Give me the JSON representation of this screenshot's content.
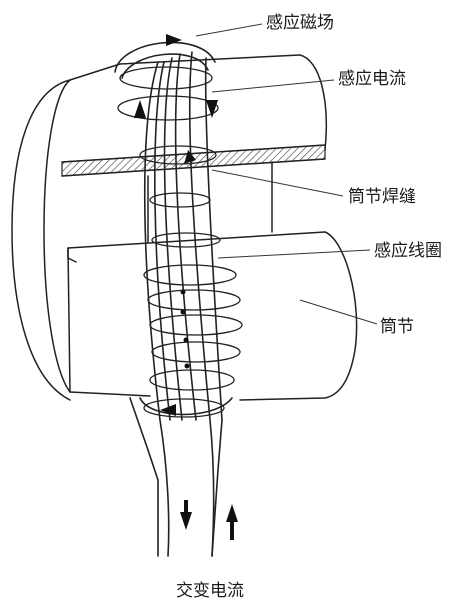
{
  "labels": {
    "induced_magnetic_field": "感应磁场",
    "induced_current": "感应电流",
    "weld_seam": "筒节焊缝",
    "induction_coil": "感应线圈",
    "shell_section": "筒节",
    "ac_current": "交变电流"
  },
  "colors": {
    "line": "#222222",
    "weld_hatch": "#555555",
    "background": "#ffffff"
  }
}
